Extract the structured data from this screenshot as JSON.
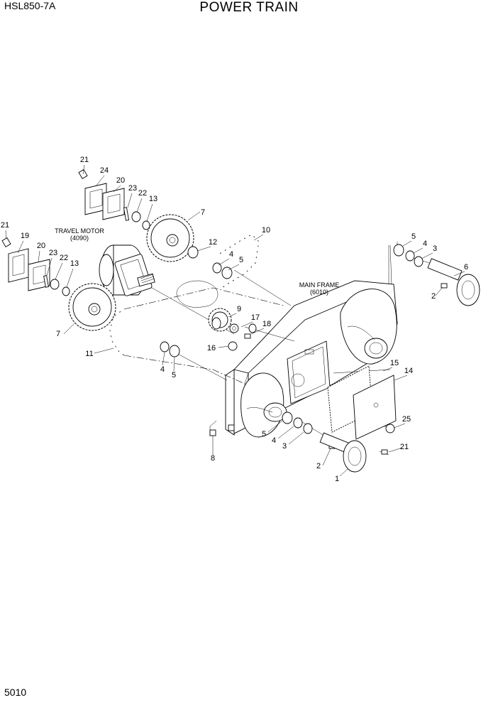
{
  "header": {
    "model": "HSL850-7A",
    "title": "POWER TRAIN"
  },
  "footer": {
    "page_number": "5010"
  },
  "captions": {
    "travel_motor": [
      "TRAVEL MOTOR",
      "(4090)"
    ],
    "main_frame": [
      "MAIN FRAME",
      "(6010)"
    ]
  },
  "callouts": [
    {
      "id": "c-21a",
      "text": "21"
    },
    {
      "id": "c-24",
      "text": "24"
    },
    {
      "id": "c-20a",
      "text": "20"
    },
    {
      "id": "c-23a",
      "text": "23"
    },
    {
      "id": "c-22a",
      "text": "22"
    },
    {
      "id": "c-13a",
      "text": "13"
    },
    {
      "id": "c-7a",
      "text": "7"
    },
    {
      "id": "c-21b",
      "text": "21"
    },
    {
      "id": "c-19",
      "text": "19"
    },
    {
      "id": "c-20b",
      "text": "20"
    },
    {
      "id": "c-23b",
      "text": "23"
    },
    {
      "id": "c-22b",
      "text": "22"
    },
    {
      "id": "c-13b",
      "text": "13"
    },
    {
      "id": "c-7b",
      "text": "7"
    },
    {
      "id": "c-12",
      "text": "12"
    },
    {
      "id": "c-4a",
      "text": "4"
    },
    {
      "id": "c-5a",
      "text": "5"
    },
    {
      "id": "c-10",
      "text": "10"
    },
    {
      "id": "c-9",
      "text": "9"
    },
    {
      "id": "c-17",
      "text": "17"
    },
    {
      "id": "c-18",
      "text": "18"
    },
    {
      "id": "c-16",
      "text": "16"
    },
    {
      "id": "c-11",
      "text": "11"
    },
    {
      "id": "c-4b",
      "text": "4"
    },
    {
      "id": "c-5b",
      "text": "5"
    },
    {
      "id": "c-5c",
      "text": "5"
    },
    {
      "id": "c-4c",
      "text": "4"
    },
    {
      "id": "c-3a",
      "text": "3"
    },
    {
      "id": "c-6",
      "text": "6"
    },
    {
      "id": "c-2a",
      "text": "2"
    },
    {
      "id": "c-15",
      "text": "15"
    },
    {
      "id": "c-14",
      "text": "14"
    },
    {
      "id": "c-25",
      "text": "25"
    },
    {
      "id": "c-21c",
      "text": "21"
    },
    {
      "id": "c-5d",
      "text": "5"
    },
    {
      "id": "c-4d",
      "text": "4"
    },
    {
      "id": "c-3b",
      "text": "3"
    },
    {
      "id": "c-2b",
      "text": "2"
    },
    {
      "id": "c-1",
      "text": "1"
    },
    {
      "id": "c-8",
      "text": "8"
    }
  ]
}
